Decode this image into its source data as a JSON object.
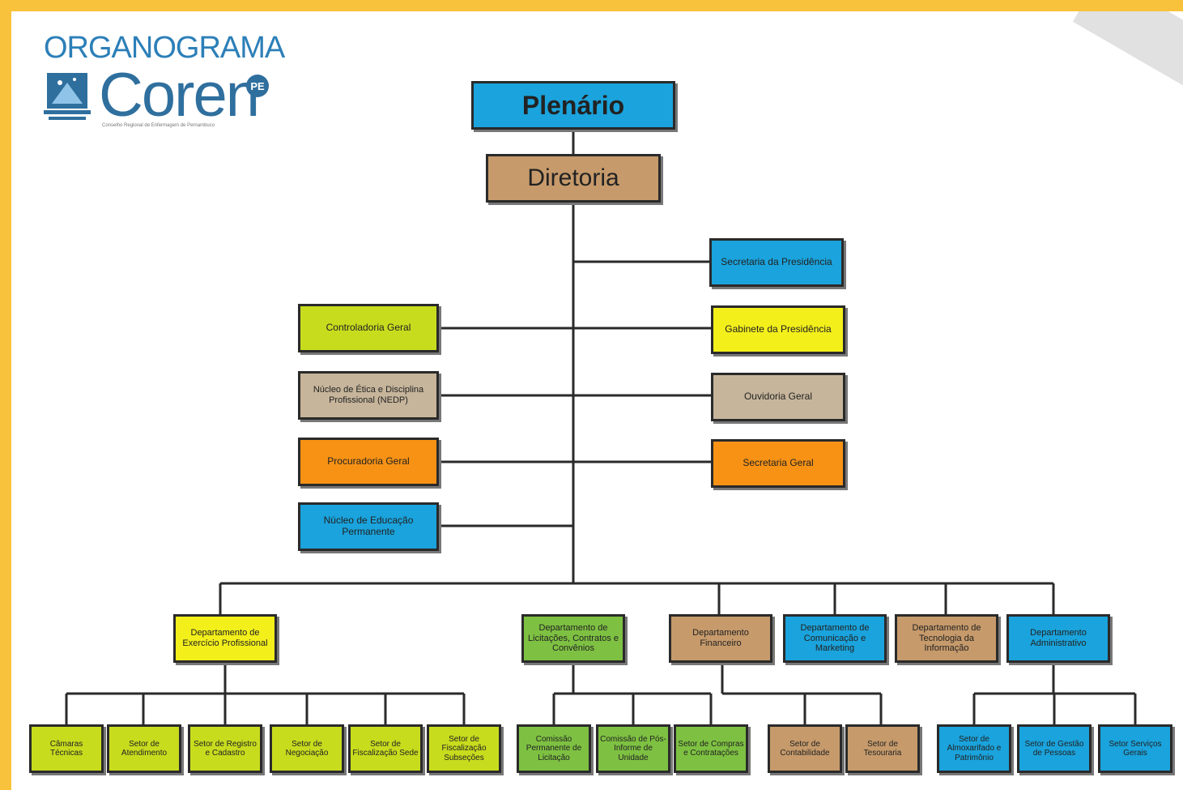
{
  "logo": {
    "title": "ORGANOGRAMA",
    "name": "Coren",
    "badge": "PE",
    "subtitle": "Conselho Regional de Enfermagem de Pernambuco"
  },
  "nodes": {
    "plenario": "Plenário",
    "diretoria": "Diretoria",
    "secretaria_presidencia": "Secretaria da Presidência",
    "controladoria_geral": "Controladoria Geral",
    "gabinete_presidencia": "Gabinete da Presidência",
    "nucleo_etica": "Núcleo de Ética e Disciplina Profissional (NEDP)",
    "ouvidoria_geral": "Ouvidoria Geral",
    "procuradoria_geral": "Procuradoria Geral",
    "secretaria_geral": "Secretaria Geral",
    "nucleo_educacao": "Núcleo de Educação Permanente",
    "dep_exercicio": "Departamento de Exercício Profissional",
    "dep_licitacoes": "Departamento de Licitações, Contratos e Convênios",
    "dep_financeiro": "Departamento Financeiro",
    "dep_comunicacao": "Departamento de Comunicação e Marketing",
    "dep_tecnologia": "Departamento de Tecnologia da Informação",
    "dep_administrativo": "Departamento Administrativo",
    "camaras_tecnicas": "Câmaras Técnicas",
    "setor_atendimento": "Setor de Atendimento",
    "setor_registro": "Setor de Registro e Cadastro",
    "setor_negociacao": "Setor de Negociação",
    "setor_fisc_sede": "Setor de Fiscalização Sede",
    "setor_fisc_sub": "Setor de Fiscalização Subseções",
    "comissao_permanente": "Comissão Permanente de Licitação",
    "comissao_interna": "Comissão de Pós-Informe de Unidade",
    "setor_compras": "Setor de Compras e Contratações",
    "setor_contabilidade": "Setor de Contabilidade",
    "setor_tesouraria": "Setor de Tesouraria",
    "setor_almox": "Setor de Almoxarifado e Patrimônio",
    "setor_pessoas": "Setor de Gestão de Pessoas",
    "setor_servicos": "Setor Serviços Gerais"
  },
  "colors": {
    "blue": "#1aa3dc",
    "tan": "#c69a6b",
    "yellowgreen": "#c8dc1e",
    "yellow": "#f3ef1b",
    "beige": "#c6b59b",
    "orange": "#f79215",
    "green": "#7ec142",
    "frame": "#f9c23c"
  }
}
